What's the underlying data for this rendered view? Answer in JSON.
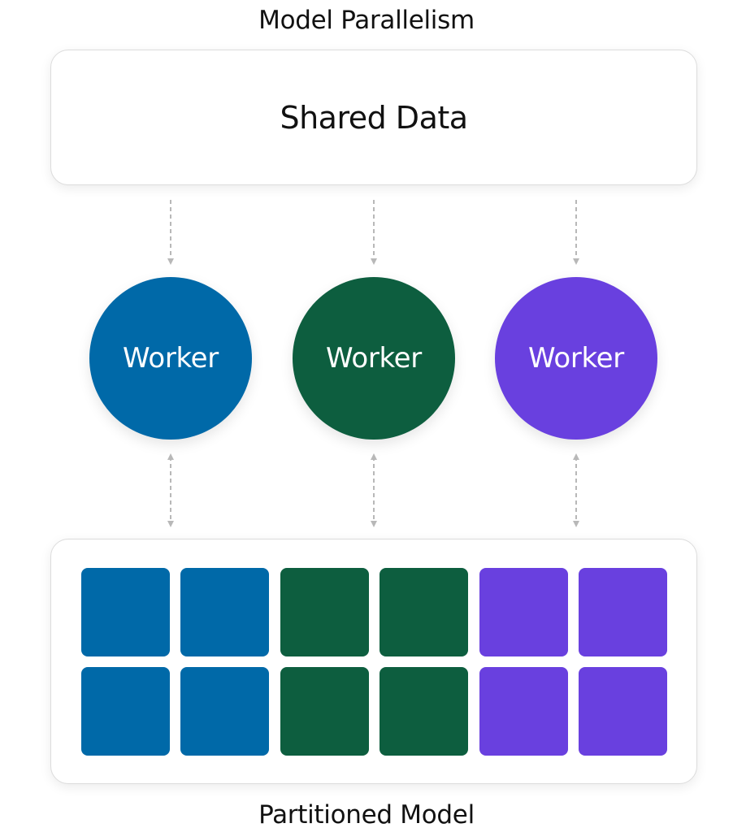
{
  "diagram": {
    "title": "Model Parallelism",
    "shared_data_label": "Shared Data",
    "footer_label": "Partitioned Model",
    "workers": [
      {
        "label": "Worker",
        "color": "#0069A8"
      },
      {
        "label": "Worker",
        "color": "#0D5E3F"
      },
      {
        "label": "Worker",
        "color": "#6940DF"
      }
    ],
    "partition_grid": {
      "rows": 2,
      "columns": 6,
      "column_worker_index": [
        0,
        0,
        1,
        1,
        2,
        2
      ]
    },
    "connector_color": "#b8b8b8"
  }
}
